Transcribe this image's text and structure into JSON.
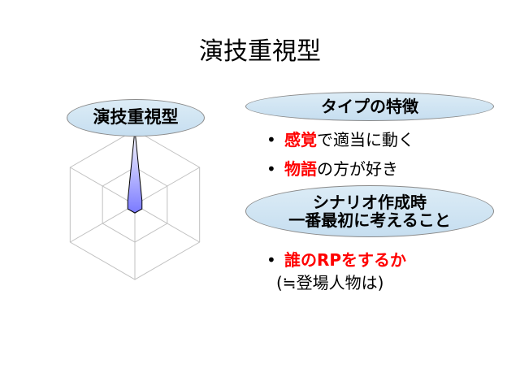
{
  "slide": {
    "title": "演技重視型",
    "radar_label": "演技重視型",
    "features_header": "タイプの特徴",
    "features": [
      {
        "highlight": "感覚",
        "rest": "で適当に動く"
      },
      {
        "highlight": "物語",
        "rest": "の方が好き"
      }
    ],
    "scenario_header_line1": "シナリオ作成時",
    "scenario_header_line2": "一番最初に考えること",
    "scenario_point": {
      "highlight": "誰のRPをするか",
      "note": "(≒登場人物は)"
    },
    "bullet_char": "•"
  },
  "chart_data": {
    "type": "radar",
    "axes_count": 6,
    "rmax": 2,
    "grid_levels": [
      1,
      2
    ],
    "values": [
      2,
      0.22,
      0.22,
      0.22,
      0.22,
      0.22
    ],
    "fill_color": "#8080ff",
    "grid_color": "#c0c0c0"
  }
}
